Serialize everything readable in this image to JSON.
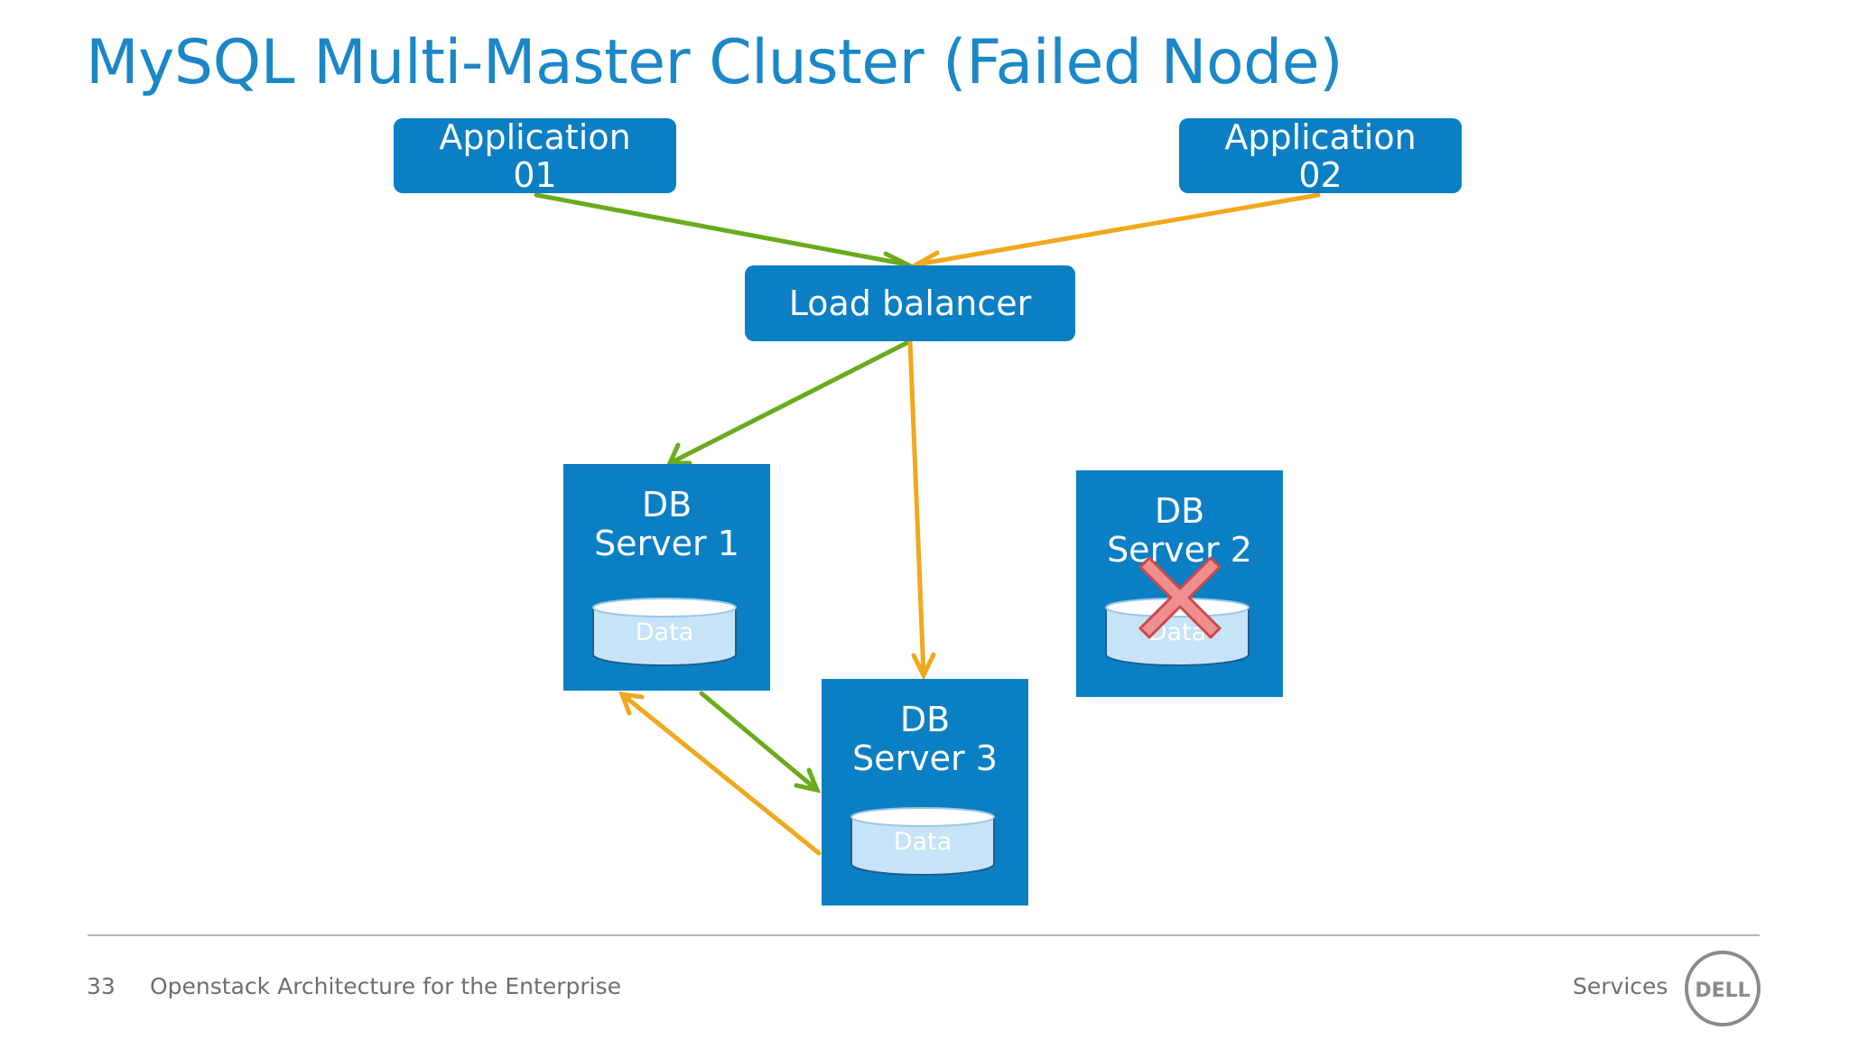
{
  "slide": {
    "title": "MySQL Multi-Master Cluster (Failed Node)",
    "accent_color": "#0b7fc4",
    "title_color": "#1a87c8"
  },
  "nodes": {
    "app1": {
      "line1": "Application",
      "line2": "01"
    },
    "app2": {
      "line1": "Application",
      "line2": "02"
    },
    "load_balancer": {
      "label": "Load balancer"
    },
    "db1": {
      "line1": "DB",
      "line2": "Server 1",
      "data": "Data",
      "status": "active"
    },
    "db2": {
      "line1": "DB",
      "line2": "Server 2",
      "data": "Data",
      "status": "failed",
      "failed_icon": "red-x-icon"
    },
    "db3": {
      "line1": "DB",
      "line2": "Server 3",
      "data": "Data",
      "status": "active"
    }
  },
  "edges": [
    {
      "from": "app1",
      "to": "load_balancer",
      "color": "green"
    },
    {
      "from": "app2",
      "to": "load_balancer",
      "color": "orange"
    },
    {
      "from": "load_balancer",
      "to": "db1",
      "color": "green"
    },
    {
      "from": "load_balancer",
      "to": "db3",
      "color": "orange"
    },
    {
      "from": "db1",
      "to": "db3",
      "color": "green"
    },
    {
      "from": "db3",
      "to": "db1",
      "color": "orange"
    }
  ],
  "colors": {
    "green": "#6aab1e",
    "orange": "#f0a81c",
    "failed": "#e85b5b"
  },
  "footer": {
    "page_number": "33",
    "text": "Openstack Architecture for the Enterprise",
    "right": "Services",
    "logo_text": "DELL",
    "logo_icon": "dell-logo"
  }
}
